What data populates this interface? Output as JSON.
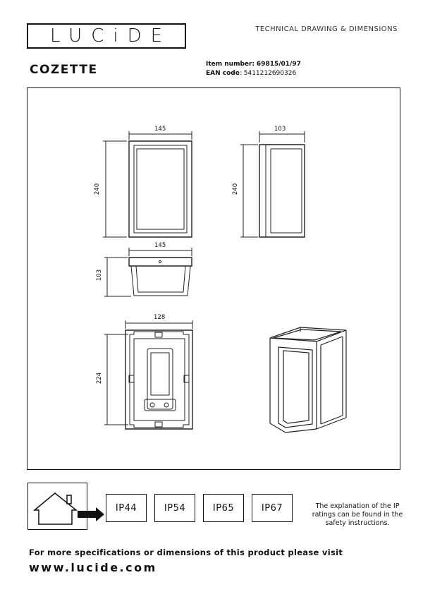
{
  "header": {
    "logo_text": "LUCiDE",
    "doc_type": "TECHNICAL DRAWING & DIMENSIONS",
    "product_name": "COZETTE",
    "item_label": "Item number:",
    "item_value": "69815/01/97",
    "ean_label": "EAN code",
    "ean_value": ": 5411212690326"
  },
  "drawing": {
    "front_width": "145",
    "front_height": "240",
    "side_depth": "103",
    "side_height": "240",
    "top_width": "145",
    "top_depth": "103",
    "back_width": "128",
    "back_height": "224"
  },
  "ip_ratings": [
    "IP44",
    "IP54",
    "IP65",
    "IP67"
  ],
  "ip_note": "The explanation of the IP ratings can be found in the safety instructions.",
  "footer": {
    "line1": "For more specifications or dimensions of this product please visit",
    "url": "www.lucide.com"
  }
}
